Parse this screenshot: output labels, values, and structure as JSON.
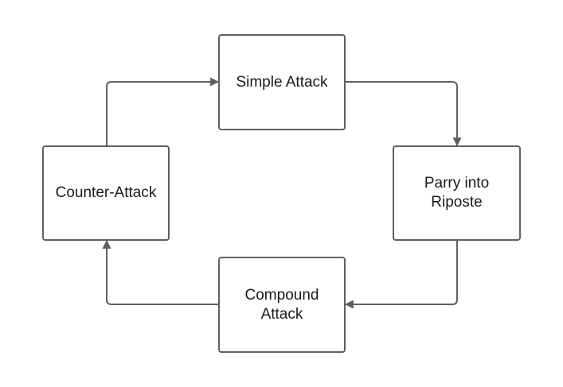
{
  "diagram": {
    "nodes": [
      {
        "id": "simple",
        "label": "Simple Attack"
      },
      {
        "id": "parry",
        "label": "Parry into\nRiposte"
      },
      {
        "id": "compound",
        "label": "Compound\nAttack"
      },
      {
        "id": "counter",
        "label": "Counter-Attack"
      }
    ],
    "edges": [
      {
        "from": "simple",
        "to": "parry"
      },
      {
        "from": "parry",
        "to": "compound"
      },
      {
        "from": "compound",
        "to": "counter"
      },
      {
        "from": "counter",
        "to": "simple"
      }
    ],
    "colors": {
      "stroke": "#5f5f5f",
      "text": "#1a1a1a",
      "background": "#ffffff"
    }
  }
}
